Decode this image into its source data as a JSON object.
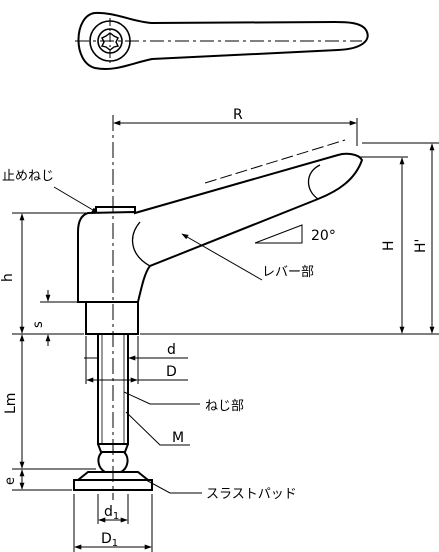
{
  "angle_label": "20°",
  "labels": {
    "R": "R",
    "H": "H",
    "H_prime": "H'",
    "h": "h",
    "s": "s",
    "Lm": "Lm",
    "e": "e",
    "d": "d",
    "D": "D",
    "M": "M",
    "d1": "d",
    "d1_sub": "1",
    "D1": "D",
    "D1_sub": "1"
  },
  "parts": {
    "set_screw": "止めねじ",
    "lever": "レバー部",
    "thread": "ねじ部",
    "thrust_pad": "スラストパッド"
  }
}
